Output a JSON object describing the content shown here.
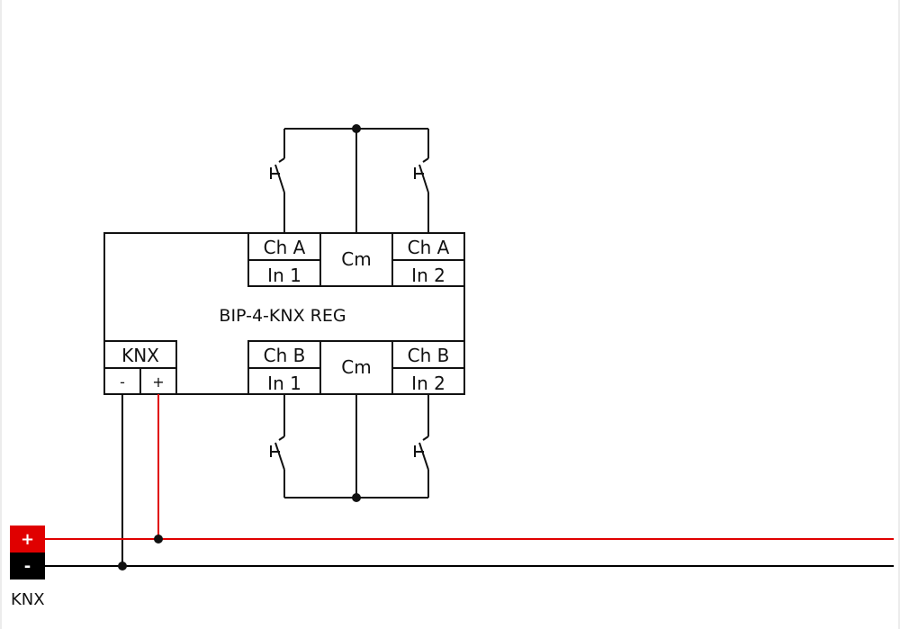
{
  "diagram": {
    "device_name": "BIP-4-KNX REG",
    "top_terminals": {
      "left_top": "Ch A",
      "left_bottom": "In 1",
      "common": "Cm",
      "right_top": "Ch A",
      "right_bottom": "In 2"
    },
    "bottom_terminals": {
      "left_top": "Ch B",
      "left_bottom": "In 1",
      "common": "Cm",
      "right_top": "Ch B",
      "right_bottom": "In 2"
    },
    "knx_terminal": {
      "title": "KNX",
      "minus": "-",
      "plus": "+"
    },
    "bus": {
      "plus_sign": "+",
      "minus_sign": "-",
      "label": "KNX"
    },
    "colors": {
      "positive": "#e00000",
      "negative": "#000000",
      "line": "#111111"
    }
  }
}
